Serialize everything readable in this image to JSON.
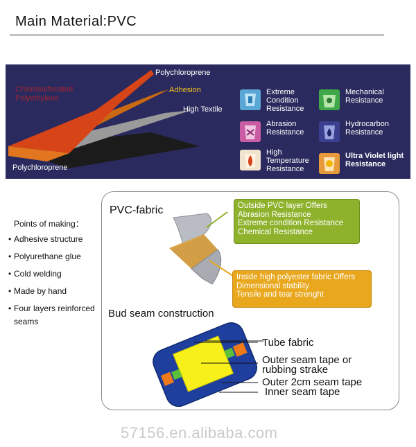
{
  "header": {
    "title": "Main Material:PVC"
  },
  "layers_panel": {
    "layer_top": "Polychloroprene",
    "layer_adhesion": "Adhesion",
    "layer_textile": "High Textile",
    "layer_bottom": "Polychloroprene",
    "ghost_label": "Chlorosulfonated Polyethylene"
  },
  "features": [
    {
      "icon": "extreme-condition-icon",
      "label": "Extreme\nCondition\nResistance"
    },
    {
      "icon": "mechanical-icon",
      "label": "Mechanical\nResistance"
    },
    {
      "icon": "abrasion-icon",
      "label": "Abrasion\nResistance"
    },
    {
      "icon": "hydrocarbon-icon",
      "label": "Hydrocarbon\nResistance"
    },
    {
      "icon": "high-temperature-icon",
      "label": "High\nTemperature\nResistance"
    },
    {
      "icon": "uv-icon",
      "label": "Ultra Violet light\nResistance"
    }
  ],
  "points": {
    "title": "Points of making：",
    "items": [
      "Adhesive structure",
      "Polyurethane glue",
      "Cold welding",
      "Made by hand",
      "Four layers reinforced\nseams"
    ]
  },
  "pvc_fabric": {
    "title": "PVC-fabric",
    "outside_callout": "Outside PVC layer Offers\nAbrasion Resistance\nExtreme condition Resistance\nChemical Resistance",
    "inside_callout": "Inside high polyester fabric Offers\nDimensional stability\nTensile and tear strenght"
  },
  "bud_seam": {
    "title": "Bud seam construction",
    "labels": {
      "tube_fabric": "Tube fabric",
      "outer_seam_tape": "Outer seam tape or\nrubbing strake",
      "outer_2cm": "Outer 2cm seam tape",
      "inner_seam": "Inner seam tape"
    }
  },
  "watermark": "57156.en.alibaba.com",
  "colors": {
    "panel_bg": "#2b2a5e",
    "green_callout": "#8fb22d",
    "orange_callout": "#e8a71d",
    "tube_blue": "#1f3f9e",
    "seam_yellow": "#f7f01b",
    "seam_orange": "#f07a1a",
    "seam_green": "#5cbf3a"
  }
}
